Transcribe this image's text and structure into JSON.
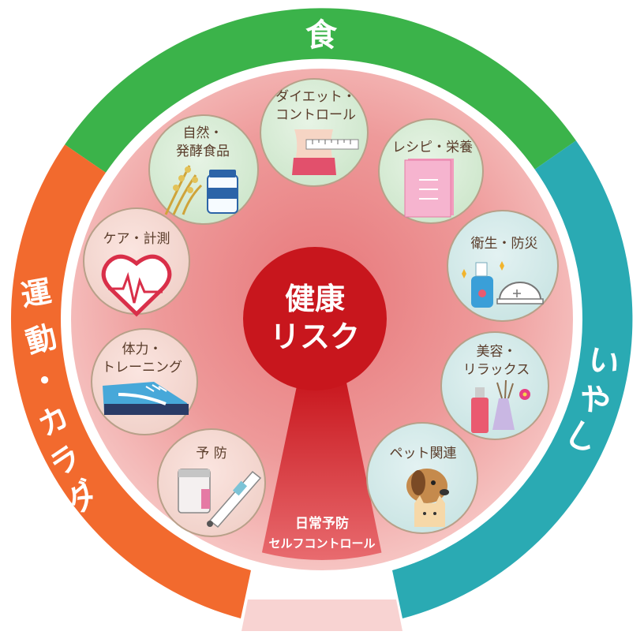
{
  "ring": {
    "food": "食",
    "exercise": "運動・カラダ",
    "healing": "いやし"
  },
  "center": {
    "line1": "健康",
    "line2": "リスク"
  },
  "beam": {
    "line1": "日常予防",
    "line2": "セルフコントロール"
  },
  "nodes": {
    "diet": {
      "l1": "ダイエット・",
      "l2": "コントロール",
      "icon": "waist-measure-icon"
    },
    "recipe": {
      "l1": "レシピ・栄養",
      "l2": "",
      "icon": "recipe-book-icon"
    },
    "hygiene": {
      "l1": "衛生・防災",
      "l2": "",
      "icon": "spray-helmet-icon"
    },
    "beauty": {
      "l1": "美容・",
      "l2": "リラックス",
      "icon": "cosmetics-icon"
    },
    "pet": {
      "l1": "ペット関連",
      "l2": "",
      "icon": "dog-cat-icon"
    },
    "prevention": {
      "l1": "予 防",
      "l2": "",
      "icon": "thermometer-icon"
    },
    "fitness": {
      "l1": "体力・",
      "l2": "トレーニング",
      "icon": "sneaker-icon"
    },
    "care": {
      "l1": "ケア・計測",
      "l2": "",
      "icon": "heart-pulse-icon"
    },
    "natural": {
      "l1": "自然・",
      "l2": "発酵食品",
      "icon": "rice-jar-icon"
    }
  },
  "colors": {
    "food": "#3bb34a",
    "exercise": "#f26a2e",
    "healing": "#2aaab3",
    "center": "#c8161d",
    "node_fill": "#d6ecd6",
    "node_border": "#b8a089"
  }
}
